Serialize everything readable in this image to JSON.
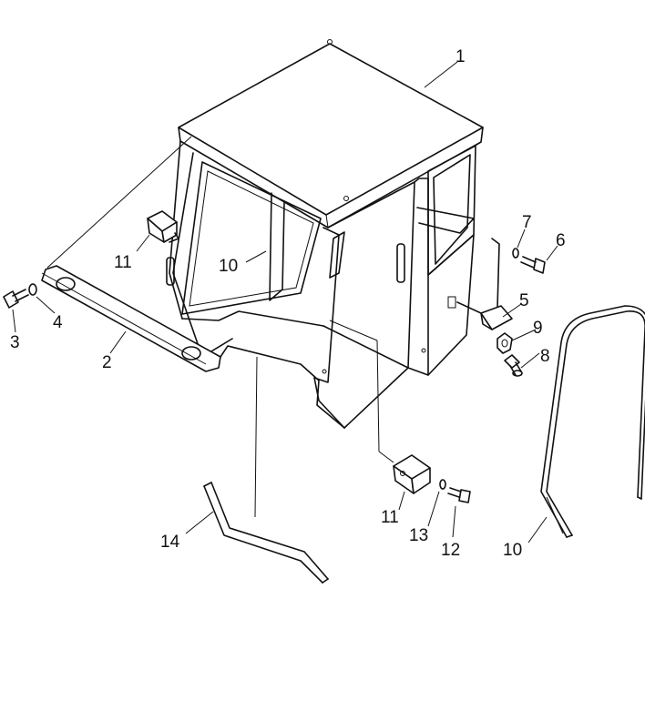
{
  "callouts": [
    {
      "id": "c1",
      "text": "1"
    },
    {
      "id": "c2",
      "text": "2"
    },
    {
      "id": "c3",
      "text": "3"
    },
    {
      "id": "c4",
      "text": "4"
    },
    {
      "id": "c5",
      "text": "5"
    },
    {
      "id": "c6",
      "text": "6"
    },
    {
      "id": "c7",
      "text": "7"
    },
    {
      "id": "c8",
      "text": "8"
    },
    {
      "id": "c9",
      "text": "9"
    },
    {
      "id": "c10a",
      "text": "10"
    },
    {
      "id": "c10b",
      "text": "10"
    },
    {
      "id": "c11a",
      "text": "11"
    },
    {
      "id": "c11b",
      "text": "11"
    },
    {
      "id": "c12",
      "text": "12"
    },
    {
      "id": "c13",
      "text": "13"
    },
    {
      "id": "c14",
      "text": "14"
    }
  ]
}
